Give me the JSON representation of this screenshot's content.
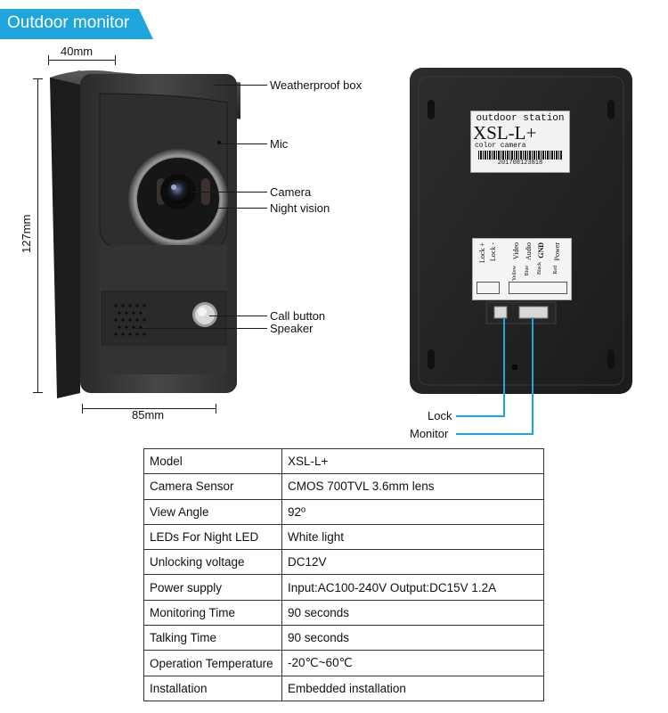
{
  "banner": {
    "title": "Outdoor monitor"
  },
  "dimensions": {
    "depth": "40mm",
    "height": "127mm",
    "width": "85mm"
  },
  "callouts": {
    "weatherproof": "Weatherproof box",
    "mic": "Mic",
    "camera": "Camera",
    "night_vision": "Night vision",
    "call_button": "Call button",
    "speaker": "Speaker",
    "lock": "Lock",
    "monitor": "Monitor"
  },
  "back_label": {
    "title": "outdoor station",
    "model": "XSL-L+",
    "subtitle": "color camera",
    "serial": "201708123818"
  },
  "terminals": {
    "lock_plus": "Lock +",
    "lock_minus": "Lock -",
    "video": "Video",
    "video_color": "Yellow",
    "audio": "Audio",
    "audio_color": "Blue",
    "gnd": "GND",
    "gnd_color": "Black",
    "power": "Power",
    "power_color": "Red"
  },
  "specs": [
    {
      "key": "Model",
      "value": "XSL-L+"
    },
    {
      "key": "Camera Sensor",
      "value": "CMOS 700TVL 3.6mm lens"
    },
    {
      "key": "View Angle",
      "value": "92º"
    },
    {
      "key": "LEDs For Night LED",
      "value": "White light"
    },
    {
      "key": "Unlocking voltage",
      "value": "DC12V"
    },
    {
      "key": "Power supply",
      "value": "Input:AC100-240V Output:DC15V 1.2A"
    },
    {
      "key": "Monitoring Time",
      "value": "90 seconds"
    },
    {
      "key": "Talking Time",
      "value": "90 seconds"
    },
    {
      "key": "Operation Temperature",
      "value": "-20℃~60℃"
    },
    {
      "key": "Installation",
      "value": "Embedded installation"
    }
  ]
}
